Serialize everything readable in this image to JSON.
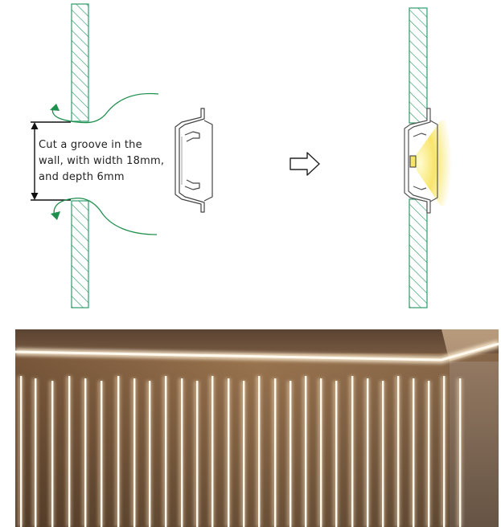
{
  "annotation": {
    "lines": [
      "Cut a groove in the",
      "wall, with width 18mm,",
      "and depth 6mm"
    ]
  },
  "colors": {
    "hatch": "#2f9a6a",
    "arrow": "#1f8f4e",
    "outline": "#333333",
    "led": "#f7e56a",
    "wood": "#a0764d",
    "light_strip": "#fff6e4"
  },
  "icons": {
    "transition": "hollow-right-arrow-icon"
  }
}
